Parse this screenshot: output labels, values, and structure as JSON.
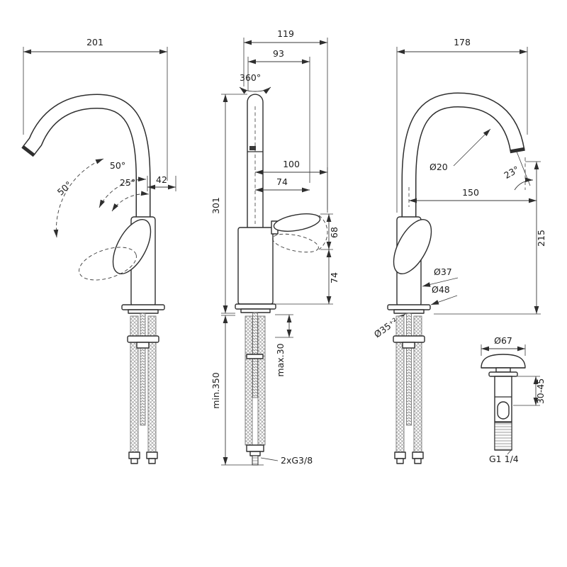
{
  "page": {
    "background": "#ffffff",
    "line_color": "#2e2e2e"
  },
  "views": {
    "left": {
      "dim_width": "201",
      "dim_swing_upper": "50°",
      "dim_tilt": "25°",
      "dim_offset": "42",
      "dim_swing_side": "50°"
    },
    "front": {
      "dim_width": "119",
      "dim_spout_span": "93",
      "dim_swivel": "360°",
      "dim_reach_total": "100",
      "dim_reach_inner": "74",
      "dim_lever_travel": "68",
      "dim_body_height": "74",
      "dim_height": "301",
      "dim_deck_thickness": "max.30",
      "dim_clearance": "min.350",
      "dim_hose_thread": "2xG3/8"
    },
    "side": {
      "dim_width": "178",
      "dim_spout_diameter": "Ø20",
      "dim_outlet_angle": "23°",
      "dim_reach": "150",
      "dim_height": "215",
      "dim_body_diameter": "Ø37",
      "dim_base_diameter": "Ø48",
      "dim_hole_diameter": "Ø35⁺²"
    },
    "drain": {
      "dim_cap_diameter": "Ø67",
      "dim_deck_range": "30-45",
      "dim_thread": "G1 1/4"
    }
  }
}
